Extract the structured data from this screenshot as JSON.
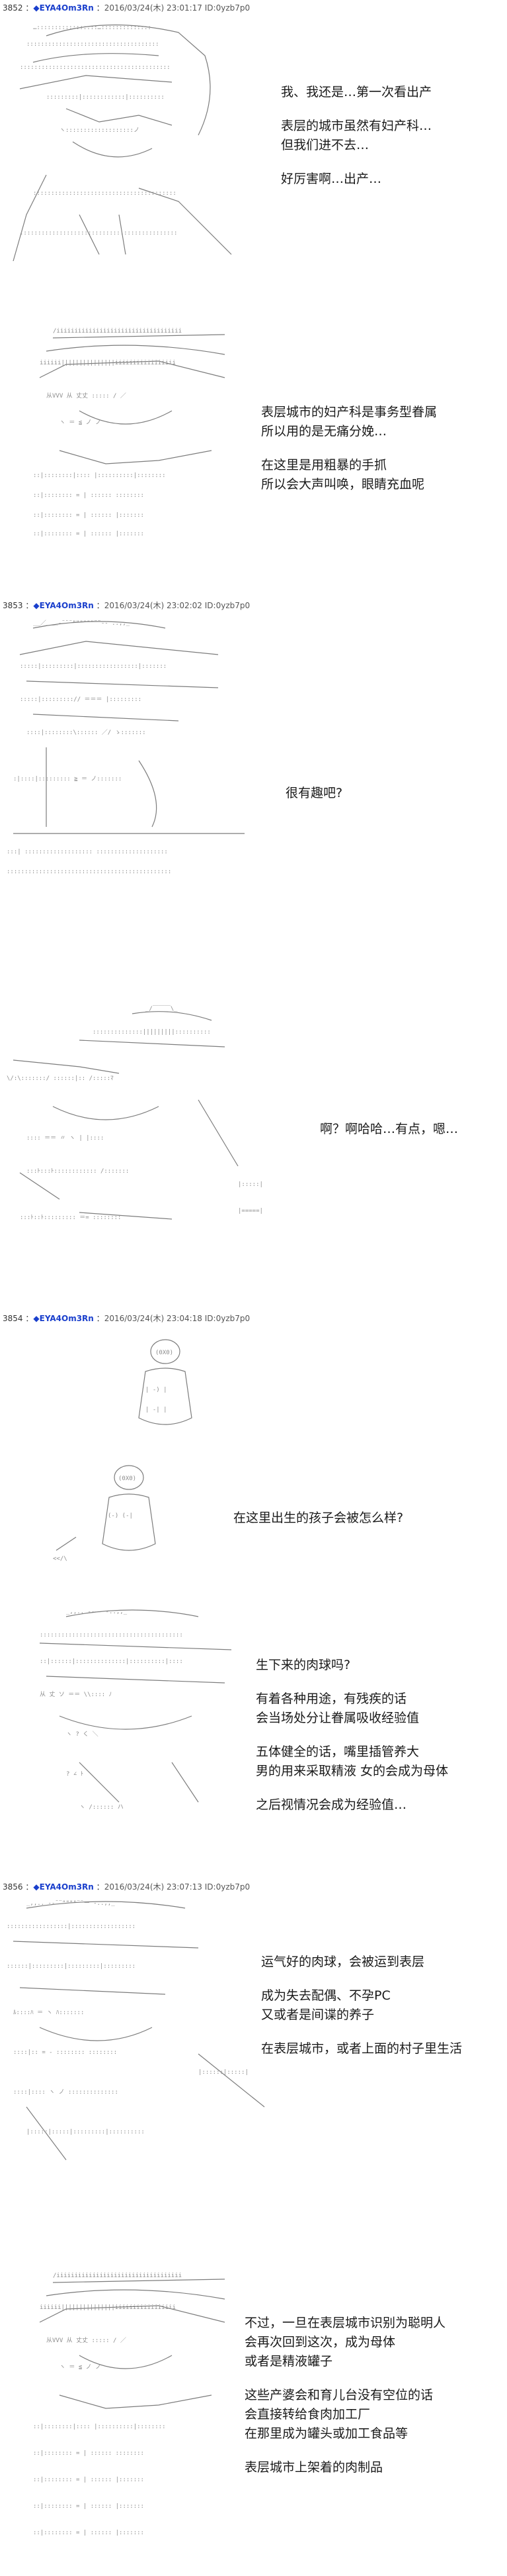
{
  "posts": [
    {
      "header": {
        "number": "3852",
        "name": "EYA4Om3Rn",
        "datetime": "2016/03/24(木) 23:01:17",
        "id": "ID:0yzb7p0"
      },
      "panels": [
        {
          "lines": [
            "我、我还是…第一次看出产",
            "表层的城市虽然有妇产科…",
            "但我们进不去…",
            "好厉害啊…出产…"
          ]
        },
        {
          "lines": [
            "表层城市的妇产科是事务型眷属",
            "所以用的是无痛分娩…",
            "在这里是用粗暴的手抓",
            "所以会大声叫唤，眼睛充血呢"
          ]
        }
      ]
    },
    {
      "header": {
        "number": "3853",
        "name": "EYA4Om3Rn",
        "datetime": "2016/03/24(木) 23:02:02",
        "id": "ID:0yzb7p0"
      },
      "panels": [
        {
          "lines": [
            "很有趣吧?"
          ]
        },
        {
          "lines": [
            "啊？啊哈哈…有点，嗯…"
          ]
        }
      ]
    },
    {
      "header": {
        "number": "3854",
        "name": "EYA4Om3Rn",
        "datetime": "2016/03/24(木) 23:04:18",
        "id": "ID:0yzb7p0"
      },
      "panels": [
        {
          "lines": [
            "在这里出生的孩子会被怎么样?"
          ]
        },
        {
          "lines": [
            "生下来的肉球吗?",
            "有着各种用途，有残疾的话",
            "会当场处分让眷属吸收经验值",
            "五体健全的话，嘴里插管养大",
            "男的用来采取精液 女的会成为母体",
            "之后视情况会成为经验值…"
          ]
        }
      ]
    },
    {
      "header": {
        "number": "3856",
        "name": "EYA4Om3Rn",
        "datetime": "2016/03/24(木) 23:07:13",
        "id": "ID:0yzb7p0"
      },
      "panels": [
        {
          "lines": [
            "运气好的肉球，会被运到表层",
            "成为失去配偶、不孕PC",
            "又或者是间谍的养子",
            "在表层城市，或者上面的村子里生活"
          ]
        },
        {
          "lines": [
            "不过，一旦在表层城市识别为聪明人",
            "会再次回到这次，成为母体",
            "或者是精液罐子",
            "这些产婆会和育儿台没有空位的话",
            "会直接转给食肉加工厂",
            "在那里成为罐头或加工食品等",
            "表层城市上架着的肉制品"
          ]
        }
      ]
    }
  ]
}
